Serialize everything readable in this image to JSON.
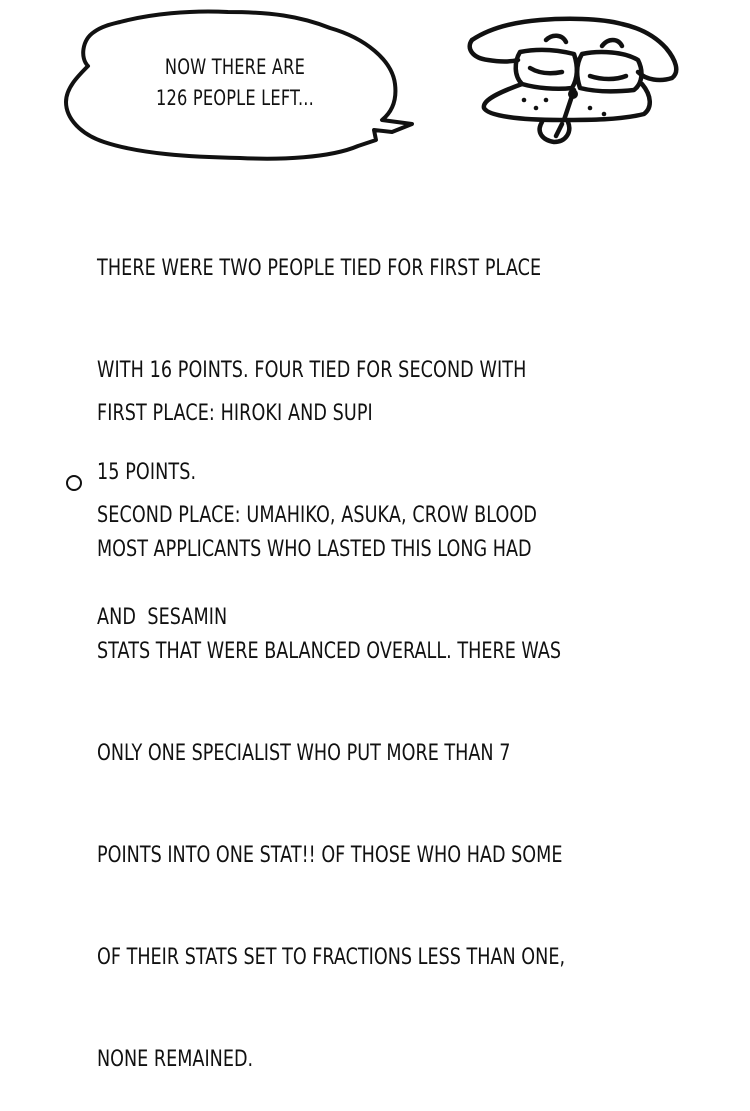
{
  "speech_bubble": {
    "lines": [
      "NOW THERE ARE",
      "126 PEOPLE LEFT..."
    ]
  },
  "character": {
    "icon": "sleepy-dog-face-icon"
  },
  "paragraph_1": {
    "lines": [
      "THERE WERE TWO PEOPLE TIED FOR FIRST PLACE",
      "WITH 16 POINTS. FOUR TIED FOR SECOND WITH",
      "15 POINTS."
    ]
  },
  "paragraph_2": {
    "lines": [
      "FIRST PLACE: HIROKI AND SUPI",
      "SECOND PLACE: UMAHIKO, ASUKA, CROW BLOOD",
      "AND  SESAMIN"
    ]
  },
  "bullet_note": {
    "bullet": "circle",
    "lines": [
      "MOST APPLICANTS WHO LASTED THIS LONG HAD",
      "STATS THAT WERE BALANCED OVERALL. THERE WAS",
      "ONLY ONE SPECIALIST WHO PUT MORE THAN 7",
      "POINTS INTO ONE STAT!! OF THOSE WHO HAD SOME",
      "OF THEIR STATS SET TO FRACTIONS LESS THAN ONE,",
      "NONE REMAINED."
    ]
  }
}
